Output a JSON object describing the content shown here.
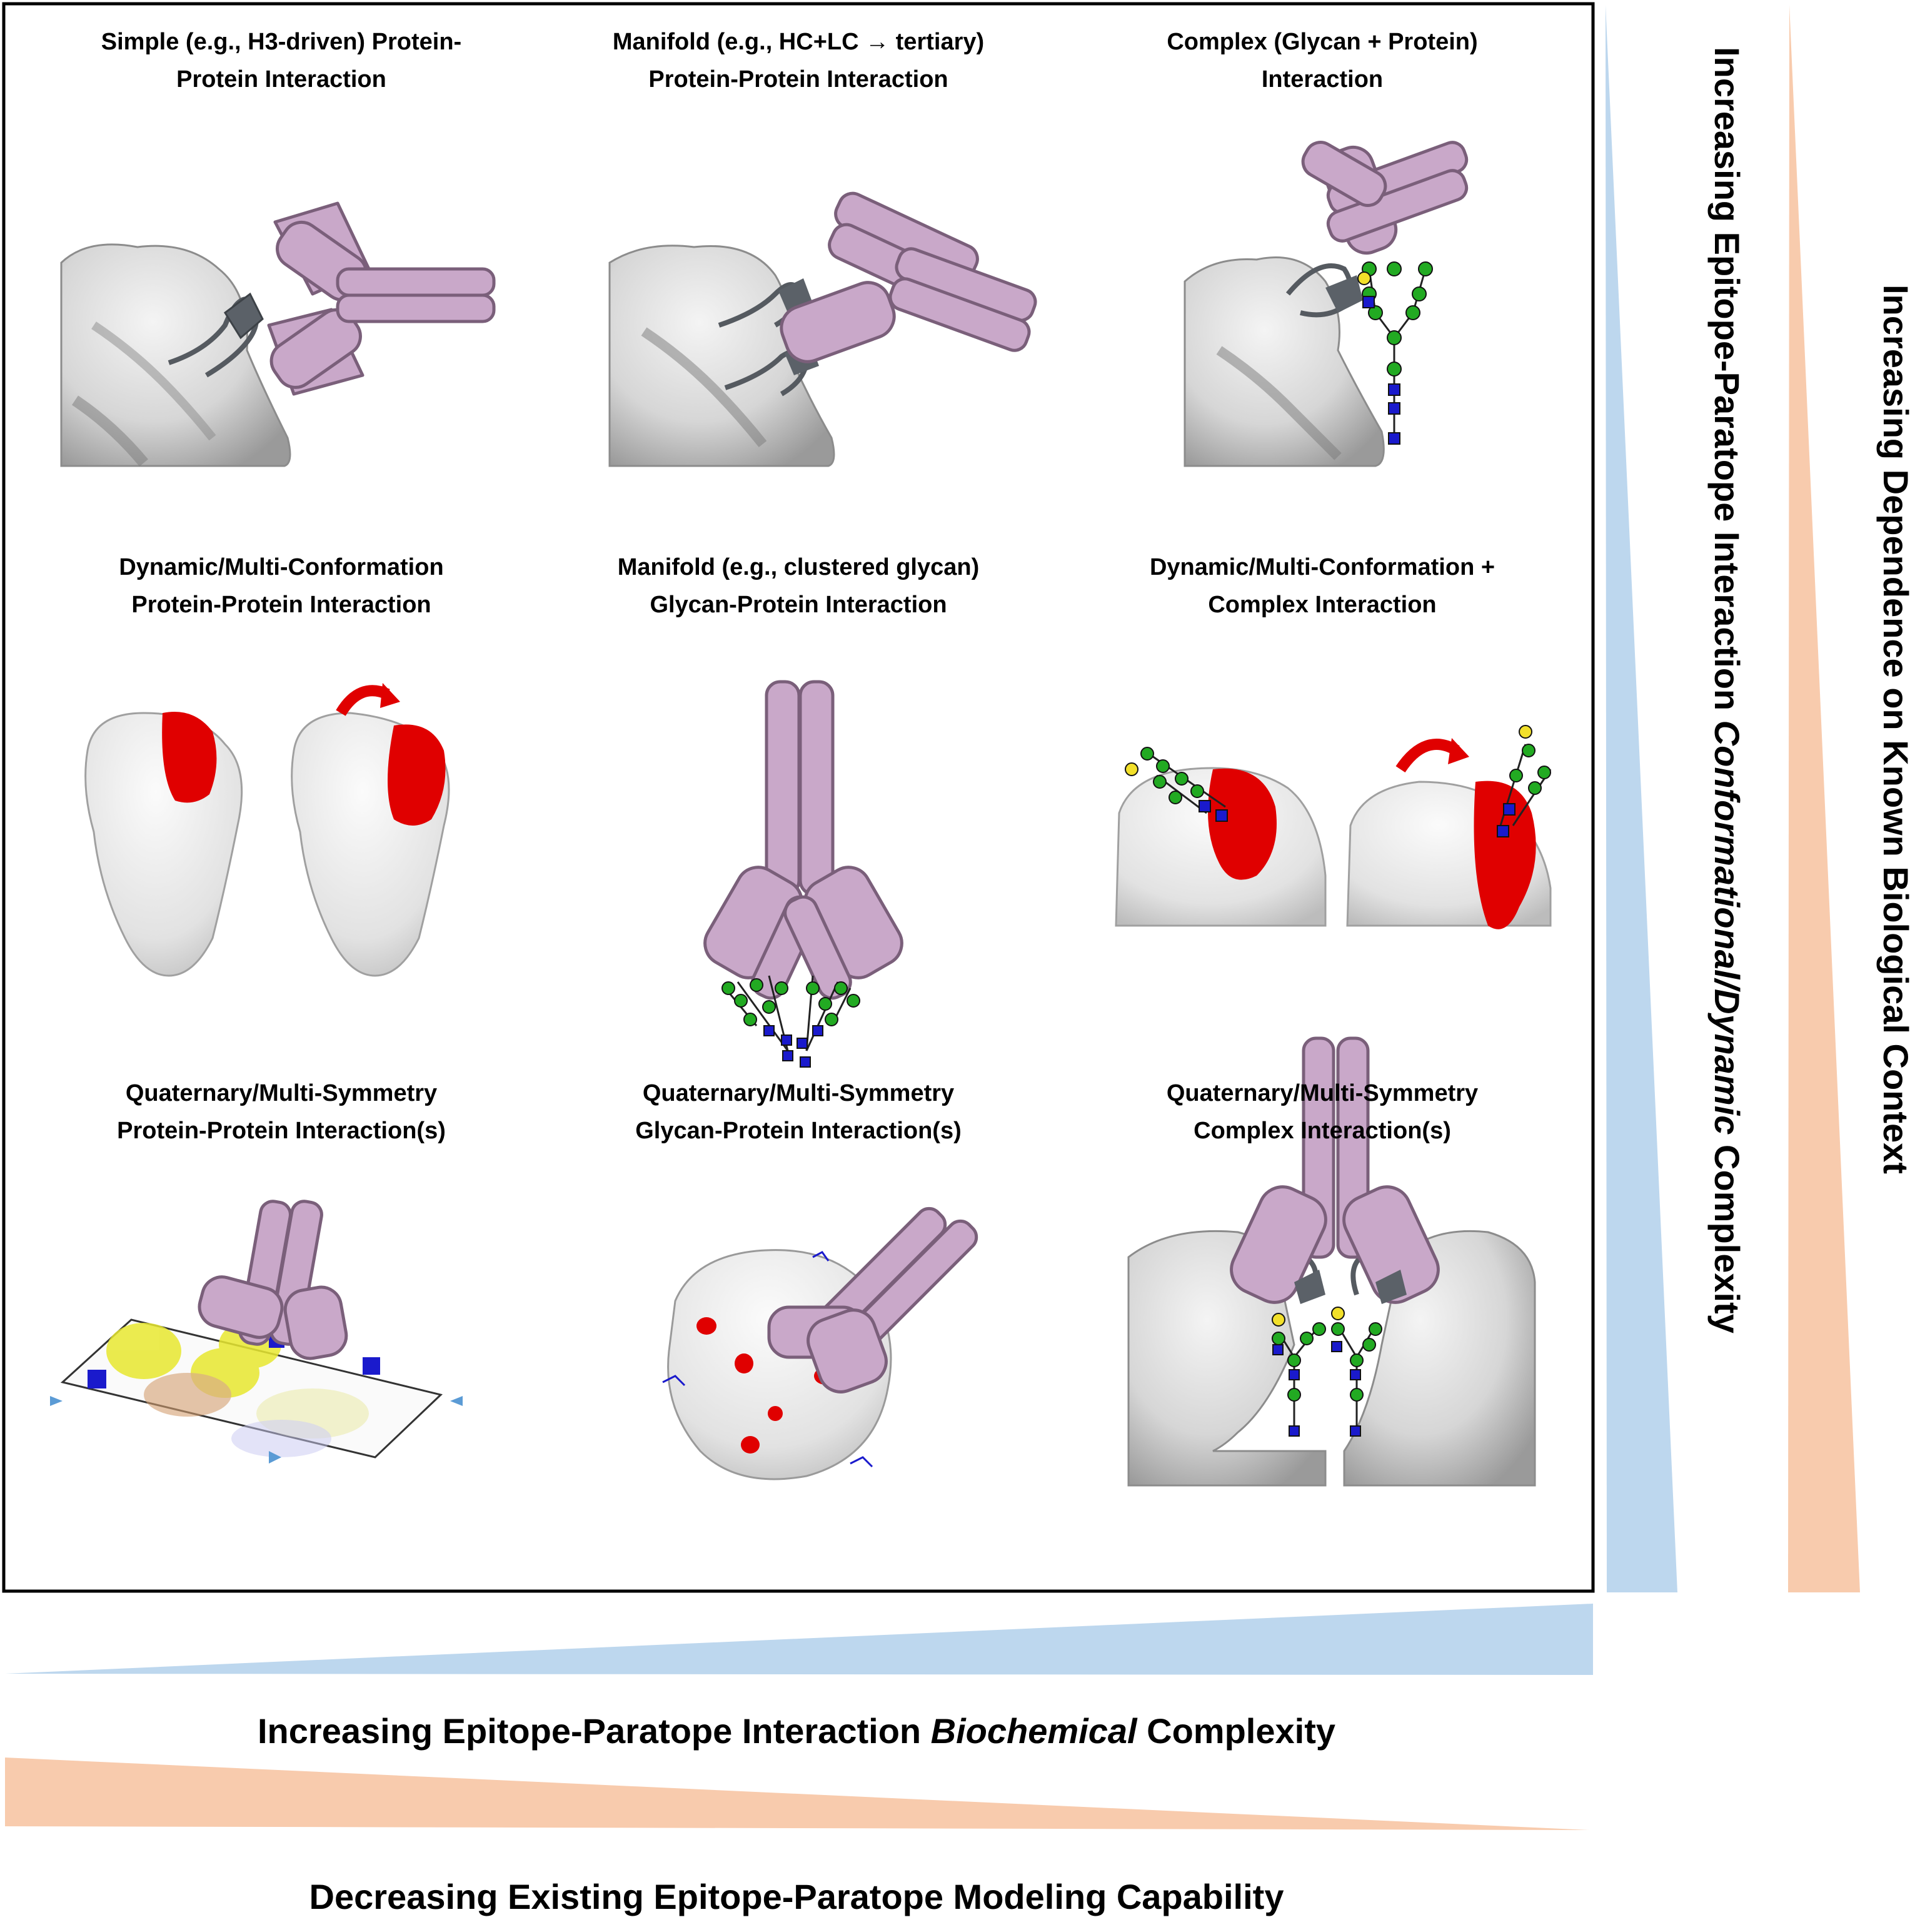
{
  "panels": [
    {
      "title_lines": [
        "Simple (e.g., H3-driven) Protein-",
        "Protein Interaction"
      ]
    },
    {
      "title_lines": [
        "Manifold (e.g., HC+LC → tertiary)",
        "Protein-Protein Interaction"
      ]
    },
    {
      "title_lines": [
        "Complex (Glycan + Protein)",
        "Interaction"
      ]
    },
    {
      "title_lines": [
        "Dynamic/Multi-Conformation",
        "Protein-Protein Interaction"
      ]
    },
    {
      "title_lines": [
        "Manifold (e.g., clustered glycan)",
        "Glycan-Protein Interaction"
      ]
    },
    {
      "title_lines": [
        "Dynamic/Multi-Conformation +",
        "Complex Interaction"
      ]
    },
    {
      "title_lines": [
        "Quaternary/Multi-Symmetry",
        "Protein-Protein Interaction(s)"
      ]
    },
    {
      "title_lines": [
        "Quaternary/Multi-Symmetry",
        "Glycan-Protein Interaction(s)"
      ]
    },
    {
      "title_lines": [
        "Quaternary/Multi-Symmetry",
        "Complex Interaction(s)"
      ]
    }
  ],
  "axes": {
    "horizontal_1": {
      "prefix": "Increasing Epitope-Paratope Interaction ",
      "emphasis": "Biochemical",
      "suffix": " Complexity"
    },
    "horizontal_2": {
      "text": "Decreasing Existing Epitope-Paratope Modeling Capability"
    },
    "vertical_1": {
      "prefix": "Increasing Epitope-Paratope Interaction ",
      "emphasis": "Conformational/Dynamic",
      "suffix": " Complexity"
    },
    "vertical_2": {
      "text": "Increasing Dependence on Known Biological Context"
    }
  },
  "colors": {
    "blue_wedge": "#bdd7ee",
    "orange_wedge": "#f8cbad",
    "antibody_fill": "#c9a8c9",
    "antibody_stroke": "#7a5f7a",
    "epitope_red": "#e00000",
    "glycan_green": "#22aa22",
    "glycan_blue": "#1a1acc",
    "glycan_yellow": "#f2e02a",
    "protein_surface": "#d9d9d9",
    "loop_gray": "#555a60"
  }
}
